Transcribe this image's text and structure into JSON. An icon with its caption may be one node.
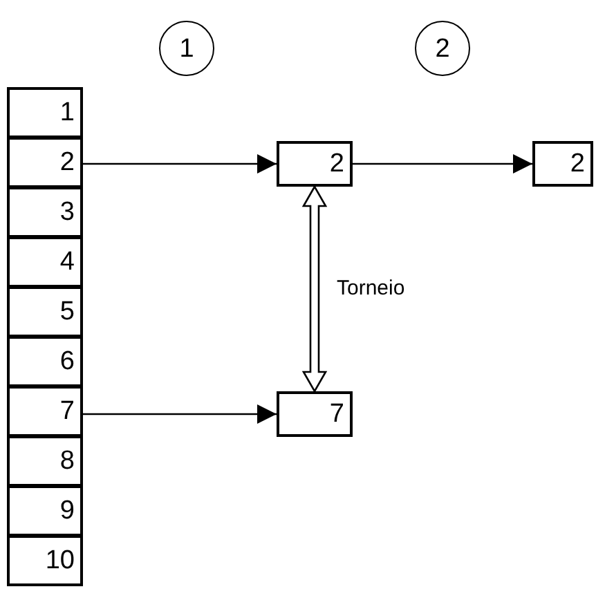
{
  "diagram": {
    "nodes": [
      {
        "text": [
          "1"
        ]
      },
      {
        "text": [
          "2"
        ]
      },
      {
        "text": [
          "1"
        ]
      },
      {
        "text": [
          "2"
        ]
      },
      {
        "text": [
          "3"
        ]
      },
      {
        "text": [
          "4"
        ]
      },
      {
        "text": [
          "5"
        ]
      },
      {
        "text": [
          "6"
        ]
      },
      {
        "text": [
          "7"
        ]
      },
      {
        "text": [
          "8"
        ]
      },
      {
        "text": [
          "9"
        ]
      },
      {
        "text": [
          "10"
        ]
      },
      {
        "text": [
          "2"
        ]
      },
      {
        "text": [
          "2"
        ]
      },
      {
        "text": [
          "7"
        ]
      }
    ],
    "edges": [
      {
        "from": 3,
        "to": 12,
        "arrow": "to"
      },
      {
        "from": 12,
        "to": 13,
        "arrow": "to"
      },
      {
        "from": 12,
        "to": 14,
        "arrow": "both",
        "label": "Torneio",
        "style": "thick"
      },
      {
        "from": 8,
        "to": 14,
        "arrow": "to"
      }
    ]
  }
}
